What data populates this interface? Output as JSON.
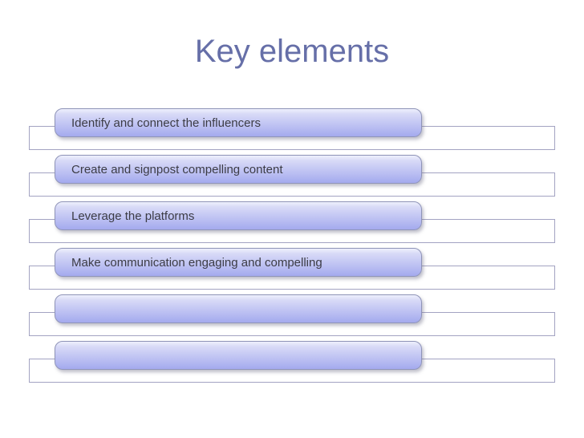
{
  "slide": {
    "title": "Key elements",
    "items": [
      {
        "label": "Identify and connect the influencers"
      },
      {
        "label": "Create and signpost compelling content"
      },
      {
        "label": "Leverage the platforms"
      },
      {
        "label": "Make communication engaging and compelling"
      },
      {
        "label": ""
      },
      {
        "label": ""
      }
    ],
    "colors": {
      "background": "#ffffff",
      "title": "#666fa8",
      "bar_gradient_top": "#d8daf7",
      "bar_gradient_bottom": "#a4aaee",
      "bar_border": "#8f94b8",
      "bar_text": "#3c3c45",
      "track_border": "#a3a3c2"
    }
  }
}
